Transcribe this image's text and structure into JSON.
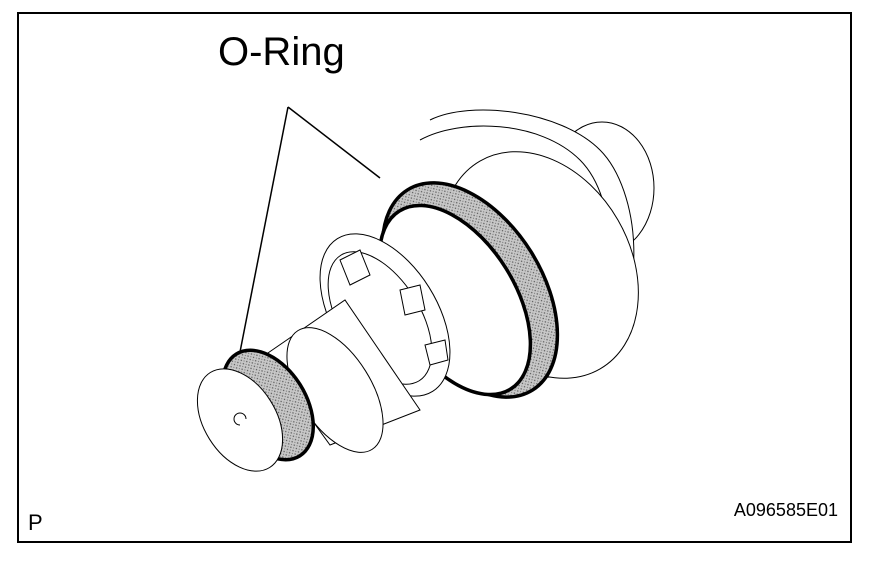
{
  "callout": {
    "label": "O-Ring"
  },
  "footer": {
    "corner_mark": "P",
    "figure_id": "A096585E01"
  },
  "colors": {
    "line": "#000000",
    "ring_fill": "#bdbdbd",
    "background": "#ffffff"
  }
}
